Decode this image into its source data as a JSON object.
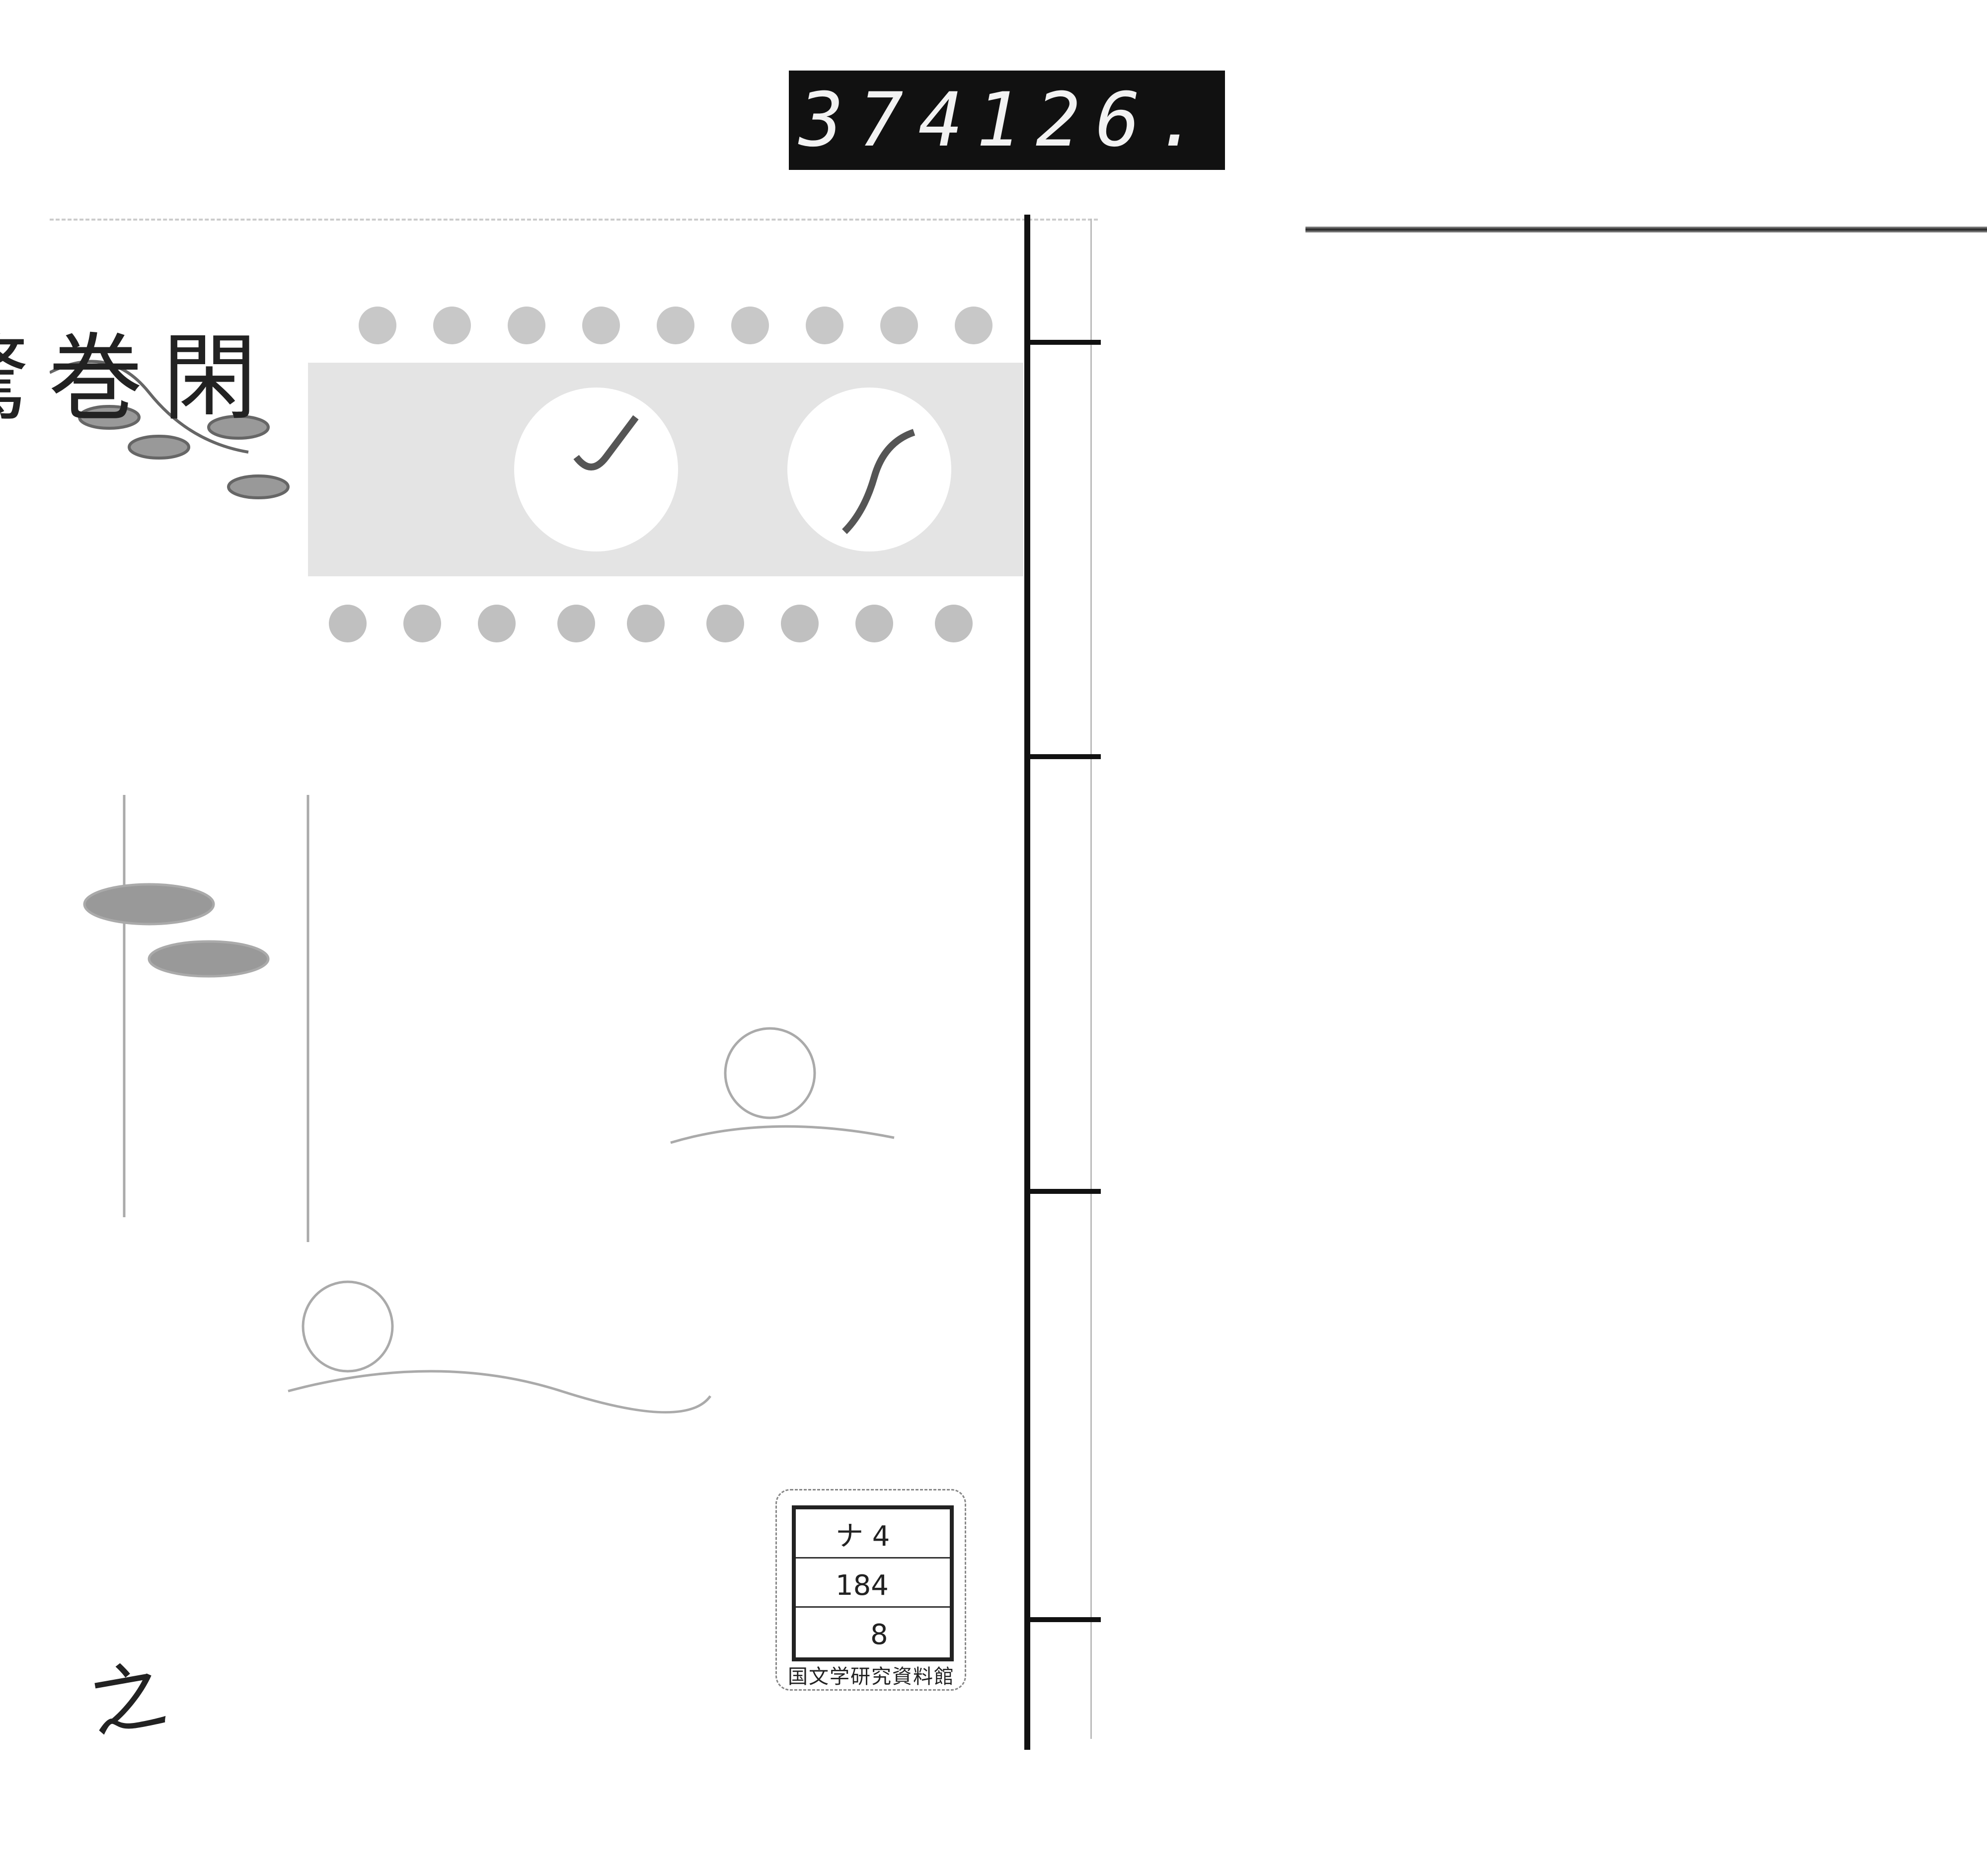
{
  "counter": {
    "left": "374",
    "right": "126."
  },
  "cover": {
    "title_chars": [
      "閑",
      "巻",
      "驚",
      "奇",
      "俠",
      "客",
      "傳",
      "第",
      "一",
      "集",
      "八"
    ],
    "signature": "之"
  },
  "label": {
    "row1": "ナ 4",
    "row2": "184",
    "row3": "8",
    "institution": "国文学研究資料館"
  },
  "colors": {
    "ink": "#222222",
    "paper": "#ffffff",
    "counter_bg": "#111111"
  }
}
